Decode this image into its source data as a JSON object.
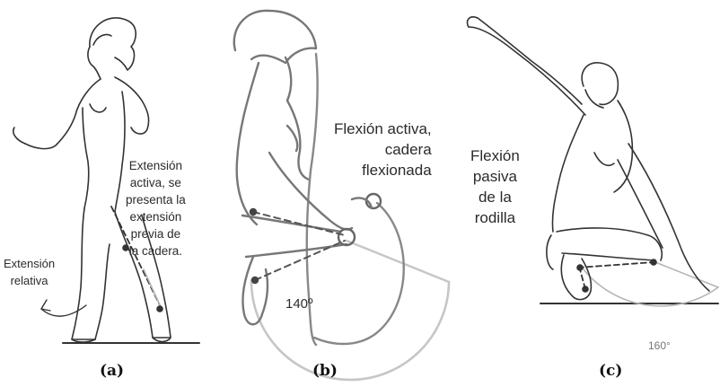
{
  "panels": [
    {
      "caption": "(a)",
      "labels": {
        "extension_note": [
          "Extensión",
          "activa, se",
          "presenta la",
          "extensión",
          "previa de",
          "la cadera."
        ],
        "relative_extension": [
          "Extensión",
          "relativa"
        ]
      }
    },
    {
      "caption": "(b)",
      "labels": {
        "active_flexion": [
          "Flexión activa,",
          "cadera",
          "flexionada"
        ],
        "angle": "140º"
      }
    },
    {
      "caption": "(c)",
      "labels": {
        "passive_flexion": [
          "Flexión",
          "pasiva",
          "de la",
          "rodilla"
        ],
        "angle": "160°"
      }
    }
  ],
  "colors": {
    "line": "#333333",
    "arc": "#b5b5b5",
    "figure_fill": "#ffffff"
  }
}
